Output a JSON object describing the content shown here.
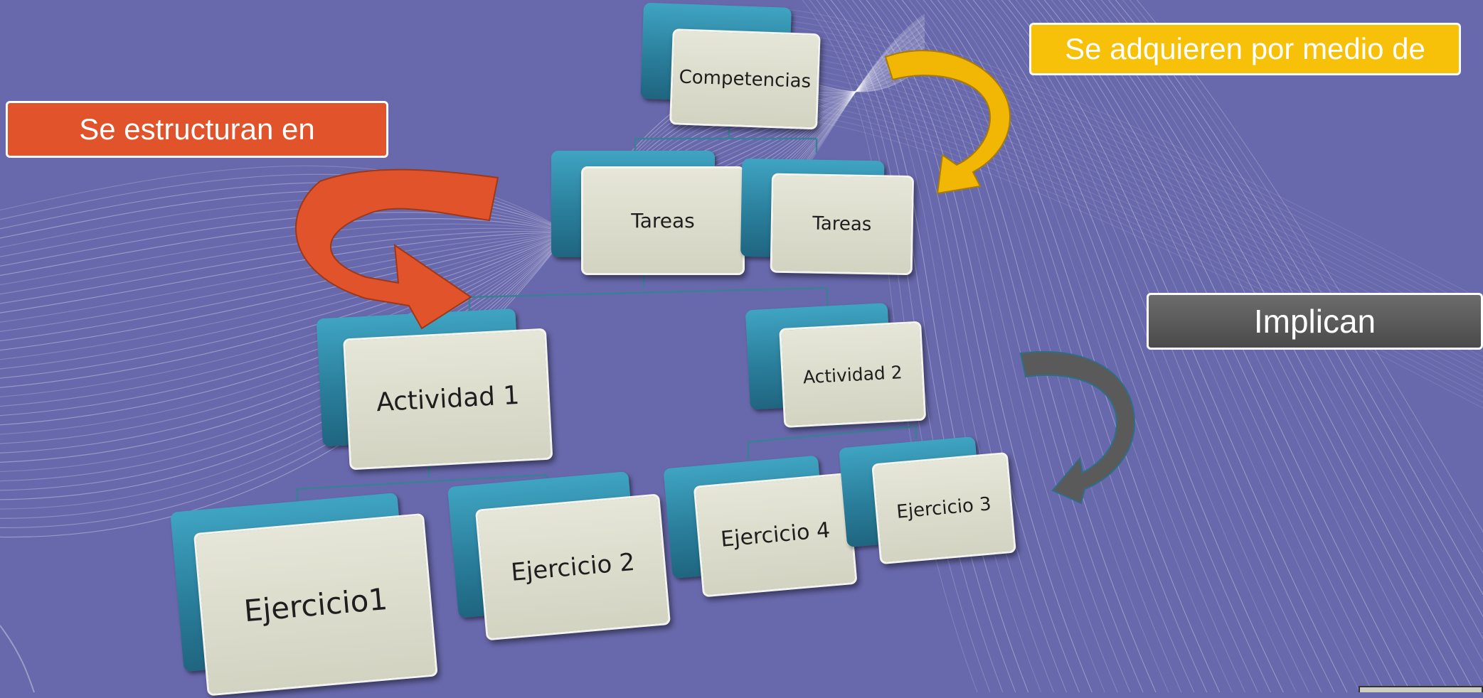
{
  "nodes": {
    "competencias": "Competencias",
    "tareas_1": "Tareas",
    "tareas_2": "Tareas",
    "actividad_1": "Actividad 1",
    "actividad_2": "Actividad 2",
    "ejercicio_1": "Ejercicio1",
    "ejercicio_2": "Ejercicio 2",
    "ejercicio_3": "Ejercicio 3",
    "ejercicio_4": "Ejercicio 4"
  },
  "labels": {
    "se_estructuran": "Se estructuran en",
    "se_adquieren": "Se adquieren por medio de",
    "implican": "Implican"
  },
  "colors": {
    "background": "#6868ac",
    "label_orange": "#e0532b",
    "label_yellow": "#f7c109",
    "label_gray": "#5d5d5d",
    "node_back": "#2f8fae",
    "node_front": "#dcdccc"
  }
}
